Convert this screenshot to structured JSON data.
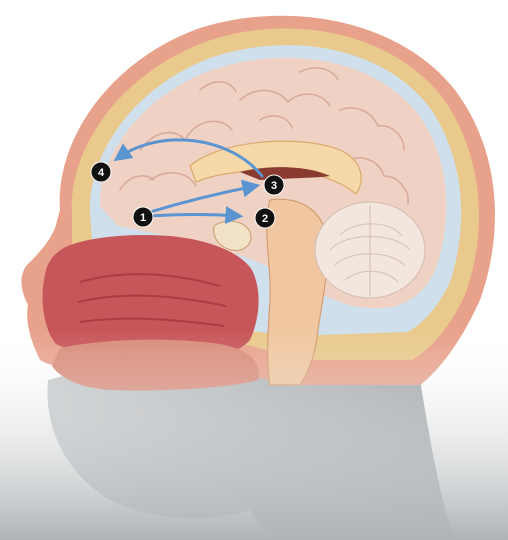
{
  "figure": {
    "markers": [
      {
        "id": "1",
        "label": "1"
      },
      {
        "id": "2",
        "label": "2"
      },
      {
        "id": "3",
        "label": "3"
      },
      {
        "id": "4",
        "label": "4"
      }
    ],
    "colors": {
      "skin_scalp": "#e8a28c",
      "skull_bone": "#e9c98c",
      "csf_space": "#cfe0ec",
      "brain": "#f0d2c4",
      "nasal_cavity": "#c7565a",
      "arrow": "#5a95d2",
      "neck_gray": "#b9bdc0",
      "marker_fill": "#111111",
      "marker_text": "#ffffff"
    },
    "icon_names": [
      "arrow-to-2",
      "arrow-to-3",
      "arrow-to-4"
    ]
  }
}
